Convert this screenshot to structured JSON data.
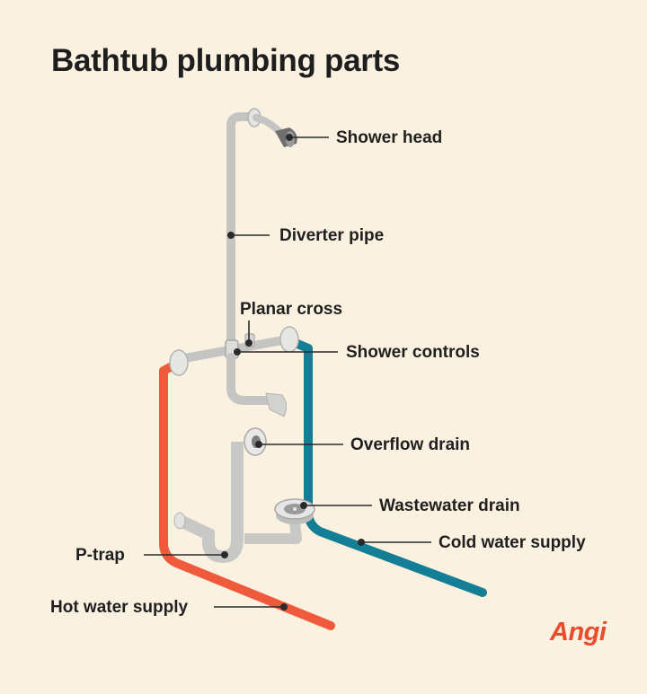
{
  "title": "Bathtub plumbing parts",
  "labels": {
    "shower_head": "Shower head",
    "diverter_pipe": "Diverter pipe",
    "planar_cross": "Planar cross",
    "shower_controls": "Shower controls",
    "overflow_drain": "Overflow drain",
    "wastewater_drain": "Wastewater drain",
    "cold_water_supply": "Cold water supply",
    "p_trap": "P-trap",
    "hot_water_supply": "Hot water supply"
  },
  "brand": "Angi",
  "colors": {
    "background": "#fbf1e1",
    "hot_pipe": "#ef5a3c",
    "cold_pipe": "#137e95",
    "gray_pipe": "#c8c8c6",
    "brand": "#ec4b2b",
    "text": "#1e1e1e"
  }
}
